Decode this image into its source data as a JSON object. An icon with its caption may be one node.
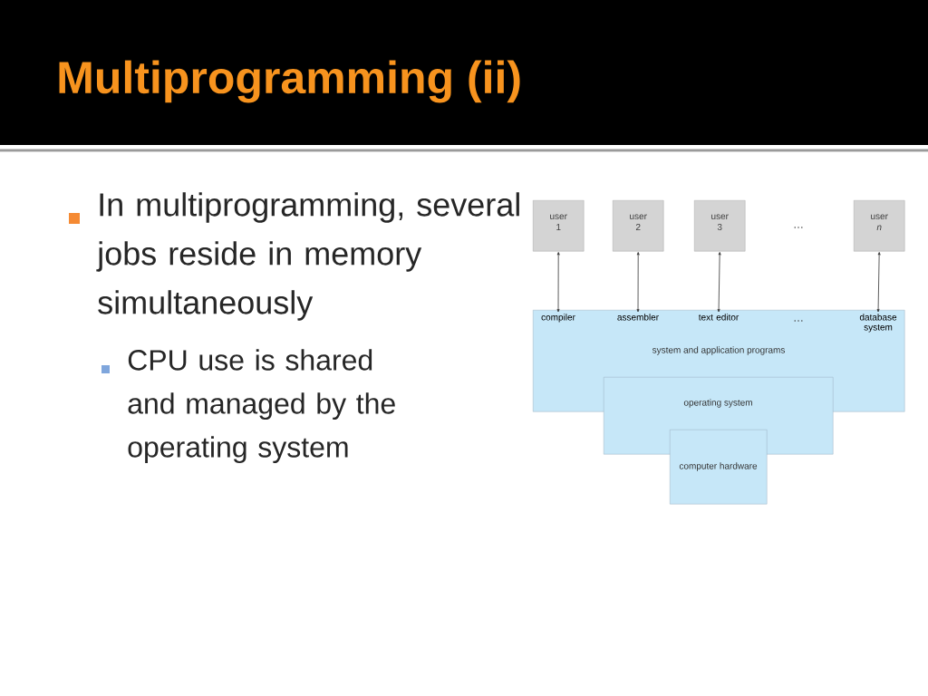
{
  "diagram": {
    "title": "Multiprogramming (ii)",
    "nodes": [
      {
        "text": [
          "user 1"
        ]
      },
      {
        "text": [
          "user 2"
        ]
      },
      {
        "text": [
          "user 3"
        ]
      },
      {
        "text": [
          "user *n*"
        ]
      },
      {
        "text": [
          "system and application programs"
        ]
      },
      {
        "text": [
          "compiler"
        ],
        "in": 4
      },
      {
        "text": [
          "assembler"
        ],
        "in": 4
      },
      {
        "text": [
          "text editor"
        ],
        "in": 4
      },
      {
        "text": [
          "database system"
        ],
        "in": 4
      },
      {
        "text": [
          "operating system"
        ]
      },
      {
        "text": [
          "computer hardware"
        ]
      }
    ],
    "edges": [
      {
        "from": 0,
        "to": 5,
        "arrow": "both"
      },
      {
        "from": 1,
        "to": 6,
        "arrow": "both"
      },
      {
        "from": 2,
        "to": 7,
        "arrow": "both"
      },
      {
        "from": 3,
        "to": 8,
        "arrow": "both"
      }
    ],
    "labels": [
      "In multiprogramming, several jobs reside in memory simultaneously",
      "CPU use is shared and managed by the operating system",
      "…",
      "…"
    ]
  }
}
